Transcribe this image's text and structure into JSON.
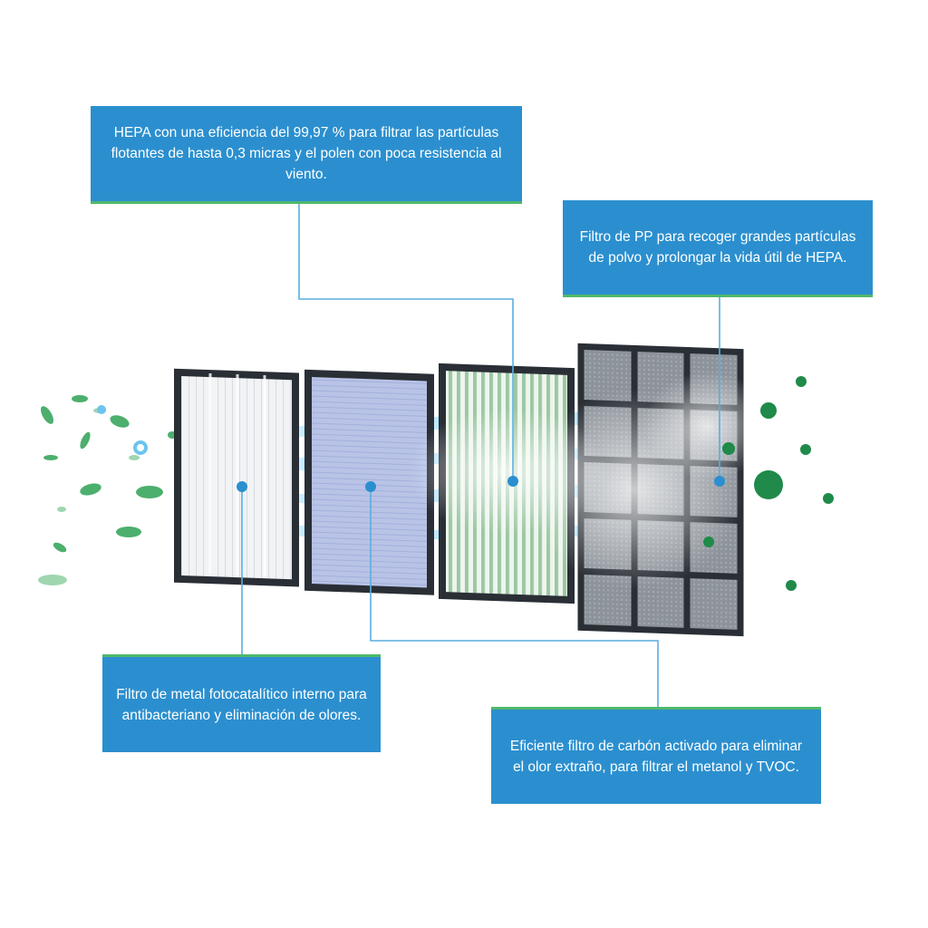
{
  "callouts": {
    "hepa": "HEPA con una eficiencia del 99,97 % para filtrar las partículas flotantes de hasta 0,3 micras y el polen con poca resistencia al viento.",
    "pp": "Filtro de PP para recoger grandes partículas de polvo y prolongar la vida útil de HEPA.",
    "metal": "Filtro de metal fotocatalítico interno para antibacteriano y eliminación de olores.",
    "carbon": "Eficiente filtro de carbón activado para eliminar el olor extraño, para filtrar el metanol y TVOC."
  },
  "colors": {
    "callout_bg": "#2b8fcf",
    "accent_green": "#4fb86a",
    "connector": "#5aaee0",
    "marker": "#2b8fcf",
    "frame": "#2a2f36",
    "leaf_green": "#4caf6d",
    "particle_green": "#1f8a4a"
  },
  "filters": [
    {
      "name": "filtro-metal-fotocatalitico",
      "icon": "white-mesh-filter"
    },
    {
      "name": "filtro-carbon-activado",
      "icon": "blue-mesh-filter"
    },
    {
      "name": "filtro-hepa",
      "icon": "pleated-green-filter"
    },
    {
      "name": "filtro-pp",
      "icon": "dark-grid-filter"
    }
  ]
}
